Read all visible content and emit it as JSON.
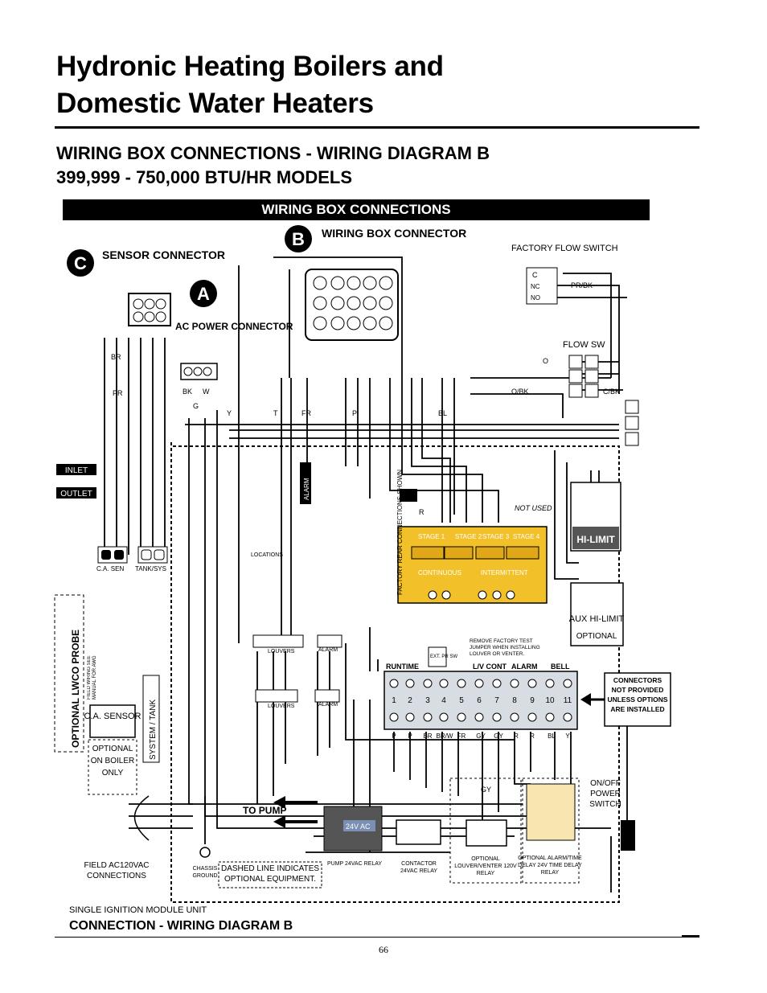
{
  "page": {
    "title_line1": "Hydronic Heating Boilers and",
    "title_line2": "Domestic Water Heaters",
    "subtitle_line1": "WIRING BOX CONNECTIONS - WIRING DIAGRAM B",
    "subtitle_line2": "399,999 - 750,000 BTU/HR MODELS",
    "banner": "WIRING BOX CONNECTIONS",
    "page_number": "66"
  },
  "diagram": {
    "badges": {
      "a": "A",
      "b": "B",
      "c": "C"
    },
    "sensor_connector": "SENSOR CONNECTOR",
    "wiring_box_connector": "WIRING BOX CONNECTOR",
    "ac_power_connector": "AC POWER CONNECTOR",
    "factory_flow_switch": "FACTORY FLOW SWITCH",
    "flow_sw": "FLOW SW",
    "inlet": "INLET",
    "outlet": "OUTLET",
    "alarm": "ALARM",
    "locations": "LOCATIONS",
    "louvers": "LOUVERS",
    "hi_limit": "HI-LIMIT",
    "aux_hi_limit": "AUX HI-LIMIT",
    "optional": "OPTIONAL",
    "not_used": "NOT USED",
    "factory_rear": "FACTORY REAR CONNECTIONS SHOWN",
    "stage_labels": [
      "STAGE 1",
      "STAGE 2",
      "STAGE 3",
      "STAGE 4"
    ],
    "continuous": "CONTINUOUS",
    "intermittent": "INTERMITTENT",
    "remove_jumper": "REMOVE FACTORY TEST JUMPER WHEN INSTALLING LOUVER OR VENTER.",
    "connectors_note": "CONNECTORS NOT PROVIDED UNLESS OPTIONS ARE INSTALLED",
    "terminal_groups": [
      "RUNTIME",
      "L/V CONT",
      "ALARM",
      "BELL"
    ],
    "terminal_numbers": [
      "1",
      "2",
      "3",
      "4",
      "5",
      "6",
      "7",
      "8",
      "9",
      "10",
      "11"
    ],
    "terminal_wires": [
      "P",
      "P",
      "BR",
      "BR/W",
      "FR",
      "GY",
      "GY",
      "R",
      "R",
      "BL",
      "Y"
    ],
    "ca_sen": "C.A. SEN",
    "tank_sys": "TANK/SYS",
    "optional_lwco": "OPTIONAL LWCO PROBE",
    "field_wiring_note": "FIELD WIRING SEE MANUAL FOR AWG",
    "ca_sensor": "C.A. SENSOR",
    "optional_on_boiler": "OPTIONAL ON BOILER ONLY",
    "system_tank": "SYSTEM / TANK",
    "to_pump": "TO PUMP",
    "v24ac": "24V AC",
    "pump_relay": "PUMP 24VAC RELAY",
    "contactor_relay": "CONTACTOR 24VAC RELAY",
    "louver_relay": "OPTIONAL LOUVER/VENTER 120V RELAY",
    "alarm_delay": "OPTIONAL ALARM/TIME DELAY 24V TIME DELAY RELAY",
    "on_off": "ON/OFF POWER SWITCH",
    "field_ac": "FIELD AC120VAC CONNECTIONS",
    "chassis_ground": "CHASSIS GROUND",
    "dashed_line_note": "DASHED LINE INDICATES OPTIONAL EQUIPMENT.",
    "single_ignition": "SINGLE IGNITION MODULE UNIT",
    "connection_b": "CONNECTION - WIRING DIAGRAM B",
    "ext_pr_sw": "EXT. PR SW",
    "fs_labels": [
      "C",
      "NC",
      "NO"
    ],
    "wire_codes": [
      "BR",
      "PR",
      "BK",
      "W",
      "G",
      "Y",
      "O",
      "O/BK",
      "C/BK",
      "PR/BK",
      "FR",
      "T",
      "BL",
      "P",
      "R",
      "GY"
    ]
  }
}
